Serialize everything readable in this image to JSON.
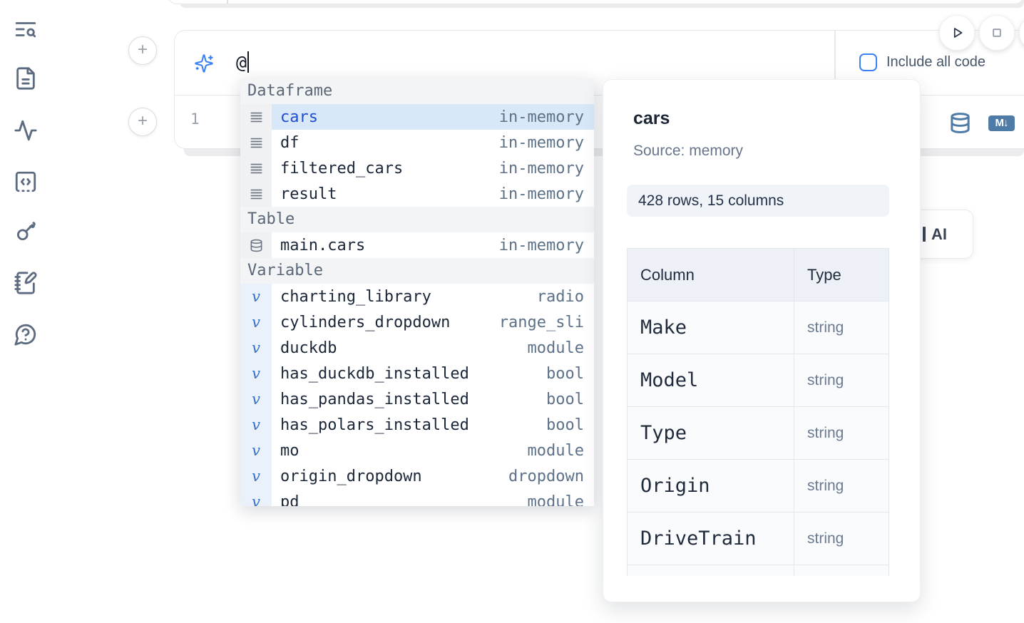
{
  "sidebar": {
    "icons": [
      "toc-search-icon",
      "file-icon",
      "activity-icon",
      "code-cell-icon",
      "key-icon",
      "scratchpad-icon",
      "help-icon"
    ]
  },
  "ai_panel": {
    "query": "@",
    "include_all_code_label": "Include all code"
  },
  "cell": {
    "line_number": "1",
    "add_button_label": "+"
  },
  "autocomplete": {
    "sections": [
      {
        "label": "Dataframe",
        "icon": "rows-icon",
        "items": [
          {
            "name": "cars",
            "detail": "in-memory",
            "selected": true
          },
          {
            "name": "df",
            "detail": "in-memory"
          },
          {
            "name": "filtered_cars",
            "detail": "in-memory"
          },
          {
            "name": "result",
            "detail": "in-memory"
          }
        ]
      },
      {
        "label": "Table",
        "icon": "database-icon",
        "items": [
          {
            "name": "main.cars",
            "detail": "in-memory"
          }
        ]
      },
      {
        "label": "Variable",
        "icon": "variable-icon",
        "items": [
          {
            "name": "charting_library",
            "detail": "radio"
          },
          {
            "name": "cylinders_dropdown",
            "detail": "range_sli"
          },
          {
            "name": "duckdb",
            "detail": "module"
          },
          {
            "name": "has_duckdb_installed",
            "detail": "bool"
          },
          {
            "name": "has_pandas_installed",
            "detail": "bool"
          },
          {
            "name": "has_polars_installed",
            "detail": "bool"
          },
          {
            "name": "mo",
            "detail": "module"
          },
          {
            "name": "origin_dropdown",
            "detail": "dropdown"
          },
          {
            "name": "pd",
            "detail": "module"
          }
        ]
      }
    ]
  },
  "preview": {
    "title": "cars",
    "source": "Source: memory",
    "shape": "428 rows, 15 columns",
    "table": {
      "headers": [
        "Column",
        "Type"
      ],
      "rows": [
        [
          "Make",
          "string"
        ],
        [
          "Model",
          "string"
        ],
        [
          "Type",
          "string"
        ],
        [
          "Origin",
          "string"
        ],
        [
          "DriveTrain",
          "string"
        ],
        [
          "",
          ""
        ]
      ]
    }
  },
  "ai_button": {
    "label": "AI"
  },
  "colors": {
    "accent_blue": "#3b82f6",
    "steel_blue": "#4e7ca6",
    "selection_blue": "#d9e8f8",
    "tray_gray": "#ececee"
  }
}
